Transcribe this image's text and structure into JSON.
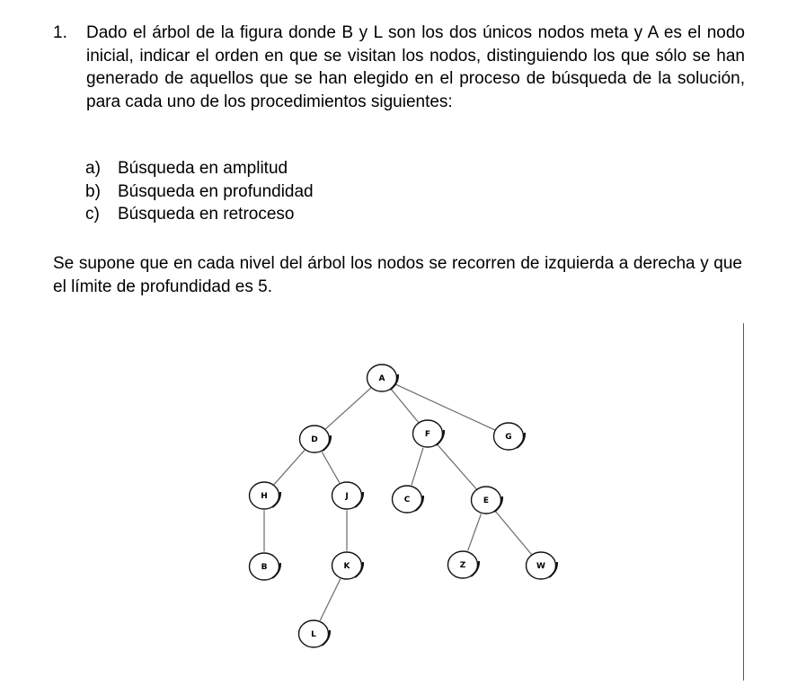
{
  "question": {
    "number": "1.",
    "text": "Dado el árbol de la figura donde B y L son los dos únicos nodos meta y A es el nodo inicial, indicar el orden en que se visitan los nodos, distinguiendo los que sólo se han generado de aquellos que se han elegido en el proceso de búsqueda de la solución, para cada uno de los procedimientos siguientes:"
  },
  "options": [
    {
      "letter": "a)",
      "text": "Búsqueda en amplitud"
    },
    {
      "letter": "b)",
      "text": "Búsqueda en profundidad"
    },
    {
      "letter": "c)",
      "text": "Búsqueda en retroceso"
    }
  ],
  "note": "Se supone que en cada nivel del árbol los nodos se recorren de izquierda a derecha y que el límite de profundidad es 5.",
  "tree": {
    "nodes": {
      "A": {
        "label": "A"
      },
      "D": {
        "label": "D"
      },
      "F": {
        "label": "F"
      },
      "G": {
        "label": "G"
      },
      "H": {
        "label": "H"
      },
      "J": {
        "label": "J"
      },
      "C": {
        "label": "C"
      },
      "E": {
        "label": "E"
      },
      "B": {
        "label": "B"
      },
      "K": {
        "label": "K"
      },
      "Z": {
        "label": "Z"
      },
      "W": {
        "label": "W"
      },
      "L": {
        "label": "L"
      }
    },
    "edges": [
      [
        "A",
        "D"
      ],
      [
        "A",
        "F"
      ],
      [
        "A",
        "G"
      ],
      [
        "D",
        "H"
      ],
      [
        "D",
        "J"
      ],
      [
        "F",
        "C"
      ],
      [
        "F",
        "E"
      ],
      [
        "H",
        "B"
      ],
      [
        "J",
        "K"
      ],
      [
        "E",
        "Z"
      ],
      [
        "E",
        "W"
      ],
      [
        "K",
        "L"
      ]
    ]
  }
}
